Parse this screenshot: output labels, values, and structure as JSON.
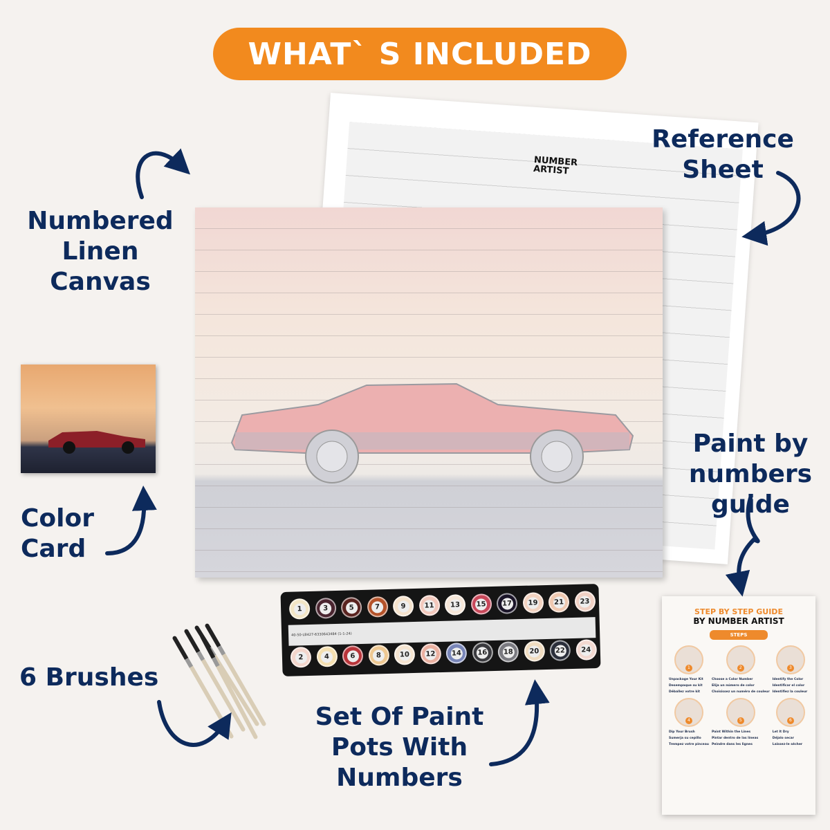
{
  "banner": "WHAT` S INCLUDED",
  "labels": {
    "canvas": [
      "Numbered",
      "Linen",
      "Canvas"
    ],
    "reference": [
      "Reference",
      "Sheet"
    ],
    "guide": [
      "Paint by",
      "numbers",
      "guide"
    ],
    "card": [
      "Color",
      "Card"
    ],
    "brushes": "6 Brushes",
    "pots": [
      "Set Of Paint",
      "Pots With",
      "Numbers"
    ]
  },
  "sheet_logo": [
    "NUMBER",
    "ARTIST"
  ],
  "pots_top": [
    {
      "n": "1",
      "c": "#f3e6c6"
    },
    {
      "n": "3",
      "c": "#4a2530"
    },
    {
      "n": "5",
      "c": "#5a2320"
    },
    {
      "n": "7",
      "c": "#b5532a"
    },
    {
      "n": "9",
      "c": "#f5e2cc"
    },
    {
      "n": "11",
      "c": "#f2c8bc"
    },
    {
      "n": "13",
      "c": "#f6e6d8"
    },
    {
      "n": "15",
      "c": "#c8485a"
    },
    {
      "n": "17",
      "c": "#1a1428"
    },
    {
      "n": "19",
      "c": "#f2d2c0"
    },
    {
      "n": "21",
      "c": "#efc8b0"
    },
    {
      "n": "23",
      "c": "#f0d0c4"
    }
  ],
  "pots_bottom": [
    {
      "n": "2",
      "c": "#f3d6cc"
    },
    {
      "n": "4",
      "c": "#f4dfb0"
    },
    {
      "n": "6",
      "c": "#b8353a"
    },
    {
      "n": "8",
      "c": "#eec892"
    },
    {
      "n": "10",
      "c": "#f5e4d0"
    },
    {
      "n": "12",
      "c": "#eab0a0"
    },
    {
      "n": "14",
      "c": "#7885b8"
    },
    {
      "n": "16",
      "c": "#3a3a3e"
    },
    {
      "n": "18",
      "c": "#7a7a80"
    },
    {
      "n": "20",
      "c": "#f0dcc0"
    },
    {
      "n": "22",
      "c": "#2a2e3a"
    },
    {
      "n": "24",
      "c": "#f2d8d0"
    }
  ],
  "pots_code": "40-50-LB427-6330643484 (1-1-24)",
  "guide": {
    "title1": "STEP BY STEP GUIDE",
    "title2": "BY NUMBER ARTIST",
    "steps_label": "STEPS",
    "steps": [
      {
        "n": "1",
        "en": "Unpackage Your Kit",
        "es": "Desempaque su kit",
        "fr": "Déballez votre kit"
      },
      {
        "n": "2",
        "en": "Choose a Color Number",
        "es": "Elija un número de color",
        "fr": "Choisissez un numéro de couleur"
      },
      {
        "n": "3",
        "en": "Identify the Color",
        "es": "Identificar el color",
        "fr": "Identifiez la couleur"
      },
      {
        "n": "4",
        "en": "Dip Your Brush",
        "es": "Sumerja su cepillo",
        "fr": "Trempez votre pinceau"
      },
      {
        "n": "5",
        "en": "Paint Within the Lines",
        "es": "Pintar dentro de las líneas",
        "fr": "Peindre dans les lignes"
      },
      {
        "n": "6",
        "en": "Let It Dry",
        "es": "Déjalo secar",
        "fr": "Laissez-le sécher"
      }
    ]
  }
}
